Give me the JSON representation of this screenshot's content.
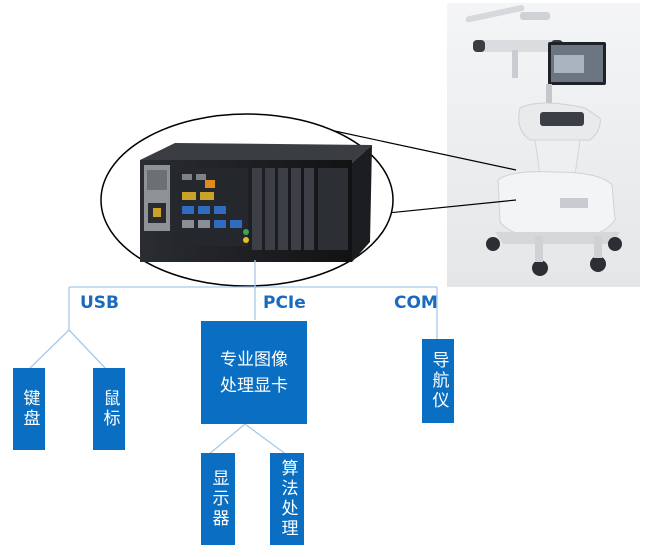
{
  "buses": {
    "usb": "USB",
    "pcie": "PCIe",
    "com": "COM"
  },
  "devices": {
    "keyboard": "键盘",
    "mouse": "鼠标",
    "gpu_line1": "专业图像",
    "gpu_line2": "处理显卡",
    "display": "显示器",
    "algorithm": "算法处理",
    "navigator": "导航仪"
  },
  "icons": {
    "computer": "industrial-computer-icon",
    "cart": "navigation-cart-icon"
  },
  "colors": {
    "box": "#0a6fc2",
    "bus_label": "#1a6bbf",
    "line": "#a9c9e8"
  }
}
